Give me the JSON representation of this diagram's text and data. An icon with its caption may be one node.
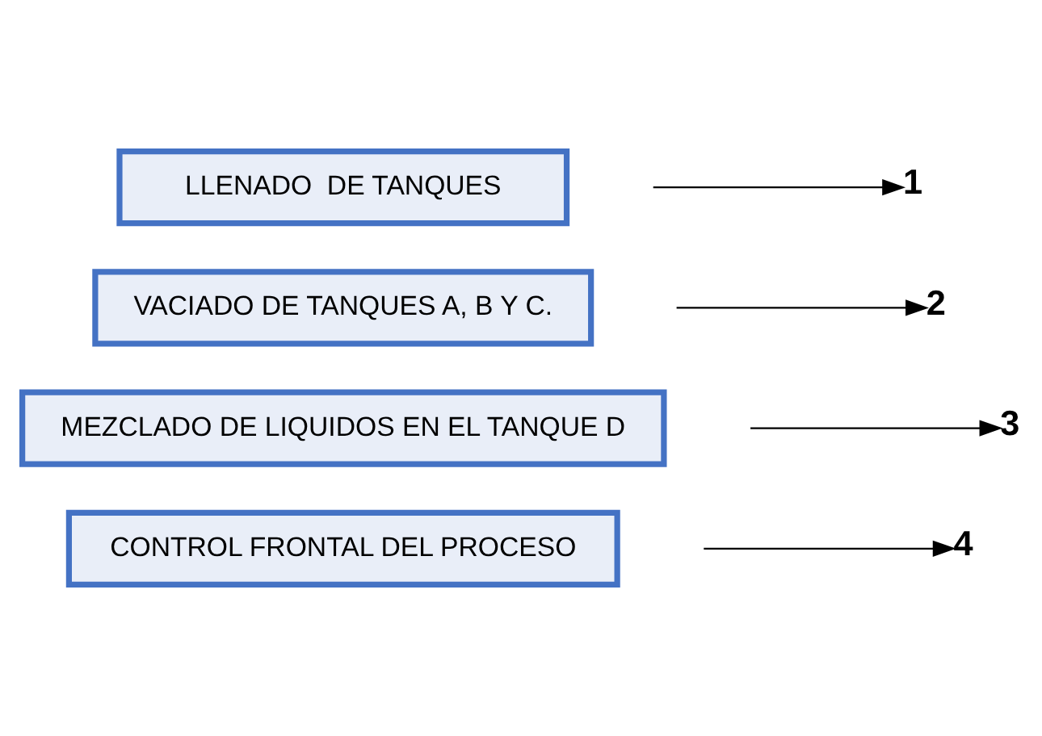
{
  "diagram": {
    "nodes": [
      {
        "text": [
          "LLENADO  DE TANQUES"
        ]
      },
      {
        "text": [
          "1"
        ]
      },
      {
        "text": [
          "VACIADO DE TANQUES A, B Y C."
        ]
      },
      {
        "text": [
          "2"
        ]
      },
      {
        "text": [
          "MEZCLADO DE LIQUIDOS EN EL TANQUE D"
        ]
      },
      {
        "text": [
          "3"
        ]
      },
      {
        "text": [
          "CONTROL FRONTAL DEL PROCESO"
        ]
      },
      {
        "text": [
          "4"
        ]
      }
    ],
    "edges": [
      {
        "from": null,
        "to": 1,
        "arrow": "to"
      },
      {
        "from": null,
        "to": 3,
        "arrow": "to"
      },
      {
        "from": null,
        "to": 5,
        "arrow": "to"
      },
      {
        "from": null,
        "to": 7,
        "arrow": "to"
      }
    ]
  }
}
